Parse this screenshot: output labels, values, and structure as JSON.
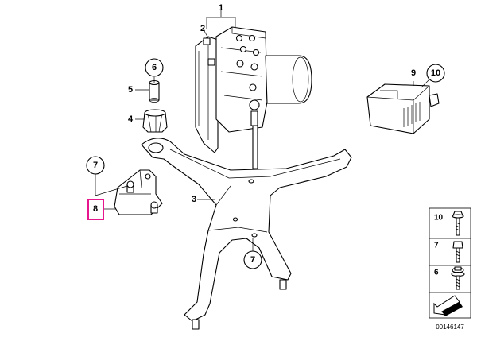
{
  "diagram": {
    "callouts": {
      "c1": "1",
      "c2": "2",
      "c3": "3",
      "c4": "4",
      "c5": "5",
      "c6": "6",
      "c7a": "7",
      "c7b": "7",
      "c8": "8",
      "c9": "9",
      "c10": "10"
    },
    "legend": {
      "items": [
        {
          "num": "10",
          "icon": "bolt-flange-icon"
        },
        {
          "num": "7",
          "icon": "bolt-hex-icon"
        },
        {
          "num": "6",
          "icon": "bolt-washer-icon"
        }
      ]
    },
    "part_number": "00146147",
    "colors": {
      "highlight": "#e8168c",
      "ink": "#000000"
    }
  }
}
